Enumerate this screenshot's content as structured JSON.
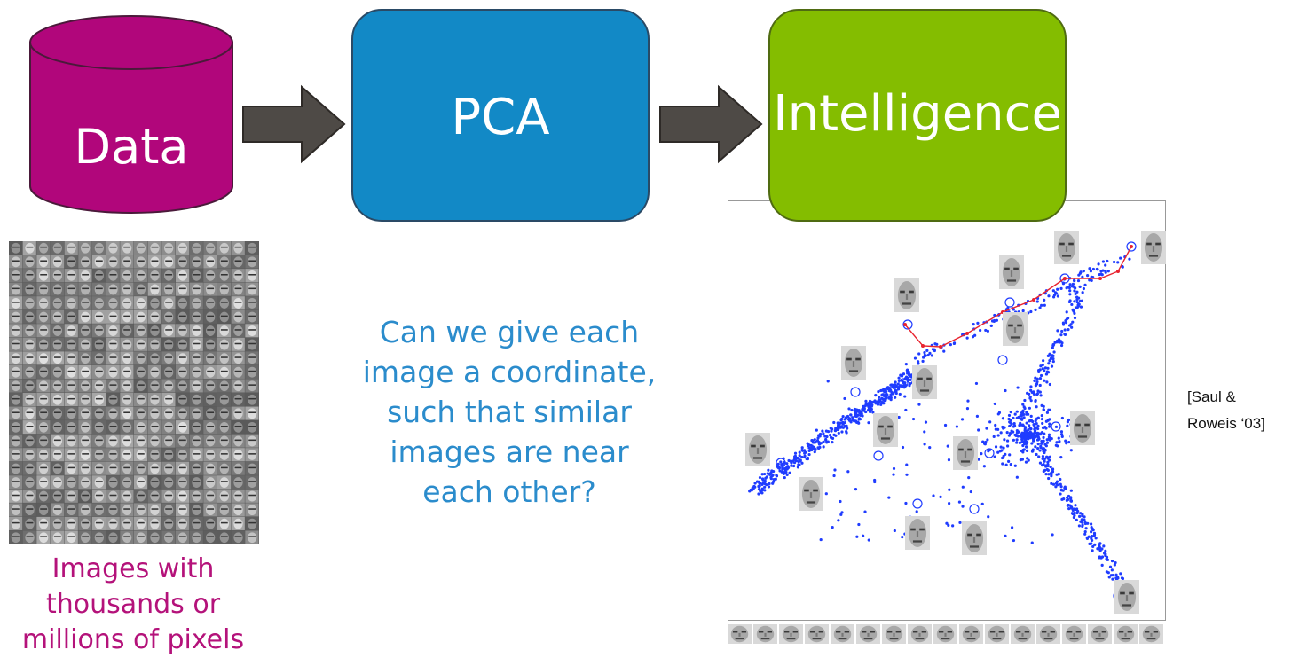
{
  "colors": {
    "data": "#b1067b",
    "pca": "#1289c6",
    "intelligence": "#84bd00",
    "arrow": "#4e4a46",
    "question_text": "#2b8ccc",
    "caption_text": "#b4127a",
    "points": "#1f3cff",
    "path": "#e8232f"
  },
  "boxes": {
    "data": {
      "label": "Data"
    },
    "pca": {
      "label": "PCA"
    },
    "intelligence": {
      "label": "Intelligence"
    }
  },
  "question": {
    "lines": [
      "Can we give each",
      "image a coordinate,",
      "such that similar",
      "images are near",
      "each other?"
    ]
  },
  "caption": {
    "lines": [
      "Images with",
      "thousands or",
      "millions of pixels"
    ]
  },
  "citation": {
    "lines": [
      "[Saul &",
      "Roweis ‘03]"
    ]
  },
  "icons": {
    "database": "database-cylinder-icon",
    "arrow": "right-arrow-icon",
    "face": "face-thumbnail-icon"
  }
}
